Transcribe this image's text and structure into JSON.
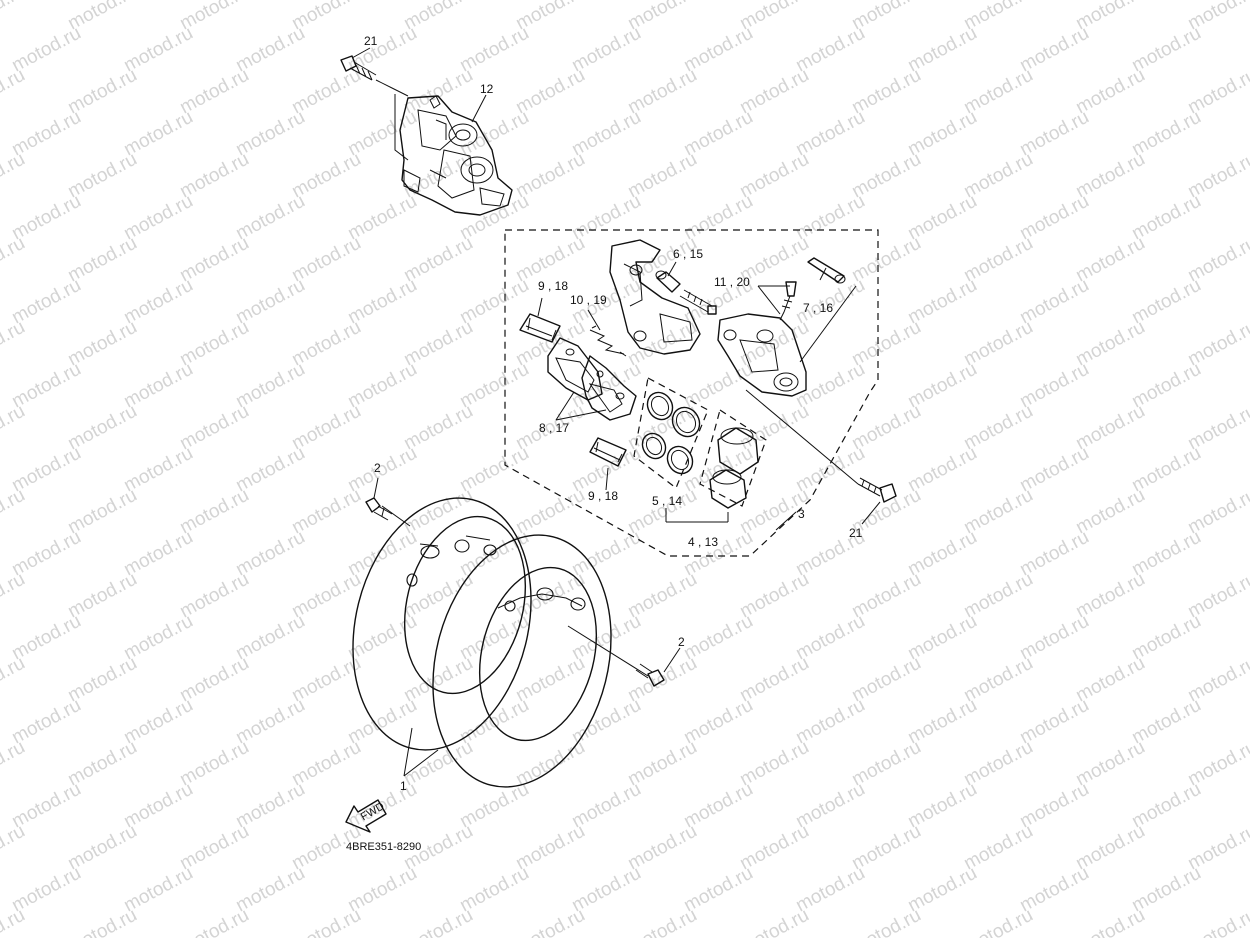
{
  "watermark": {
    "text": "motod.ru"
  },
  "callouts": [
    {
      "id": "c21a",
      "text": "21"
    },
    {
      "id": "c12",
      "text": "12"
    },
    {
      "id": "c6_15",
      "text": "6 , 15"
    },
    {
      "id": "c11_20",
      "text": "11 , 20"
    },
    {
      "id": "c7_16",
      "text": "7 , 16"
    },
    {
      "id": "c9_18a",
      "text": "9 , 18"
    },
    {
      "id": "c10_19",
      "text": "10 , 19"
    },
    {
      "id": "c8_17",
      "text": "8 , 17"
    },
    {
      "id": "c9_18b",
      "text": "9 , 18"
    },
    {
      "id": "c5_14",
      "text": "5 , 14"
    },
    {
      "id": "c3",
      "text": "3"
    },
    {
      "id": "c21b",
      "text": "21"
    },
    {
      "id": "c4_13",
      "text": "4 , 13"
    },
    {
      "id": "c2a",
      "text": "2"
    },
    {
      "id": "c2b",
      "text": "2"
    },
    {
      "id": "c1",
      "text": "1"
    }
  ],
  "fwd_label": "FWD",
  "diagram_code": "4BRE351-8290"
}
